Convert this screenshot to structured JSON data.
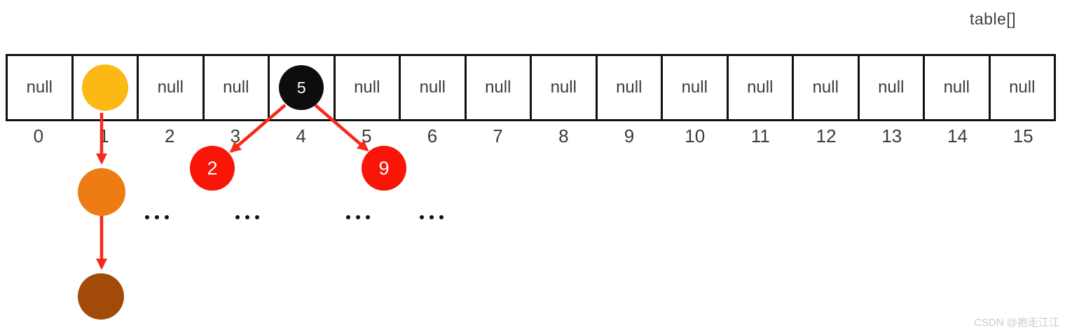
{
  "title": "table[]",
  "watermark": "CSDN @抱走江江",
  "colors": {
    "yellow": "#fcb813",
    "orange": "#ec7c13",
    "brown": "#a24a08",
    "red": "#f91507",
    "black": "#0d0d0d",
    "arrow": "#f8281a"
  },
  "table": {
    "slots": [
      {
        "index": "0",
        "value": "null"
      },
      {
        "index": "1",
        "value": "",
        "node": "chain-head"
      },
      {
        "index": "2",
        "value": "null"
      },
      {
        "index": "3",
        "value": "null"
      },
      {
        "index": "4",
        "value": "",
        "node": "tree-root"
      },
      {
        "index": "5",
        "value": "null"
      },
      {
        "index": "6",
        "value": "null"
      },
      {
        "index": "7",
        "value": "null"
      },
      {
        "index": "8",
        "value": "null"
      },
      {
        "index": "9",
        "value": "null"
      },
      {
        "index": "10",
        "value": "null"
      },
      {
        "index": "11",
        "value": "null"
      },
      {
        "index": "12",
        "value": "null"
      },
      {
        "index": "13",
        "value": "null"
      },
      {
        "index": "14",
        "value": "null"
      },
      {
        "index": "15",
        "value": "null"
      }
    ]
  },
  "nodes": {
    "tree_root": {
      "value": "5",
      "color": "black"
    },
    "tree_left": {
      "value": "2",
      "color": "red"
    },
    "tree_right": {
      "value": "9",
      "color": "red"
    },
    "chain_head": {
      "value": "",
      "color": "yellow"
    },
    "chain_mid": {
      "value": "",
      "color": "orange"
    },
    "chain_tail": {
      "value": "",
      "color": "brown"
    }
  },
  "ellipsis": {
    "glyph": "...",
    "count": 4
  }
}
